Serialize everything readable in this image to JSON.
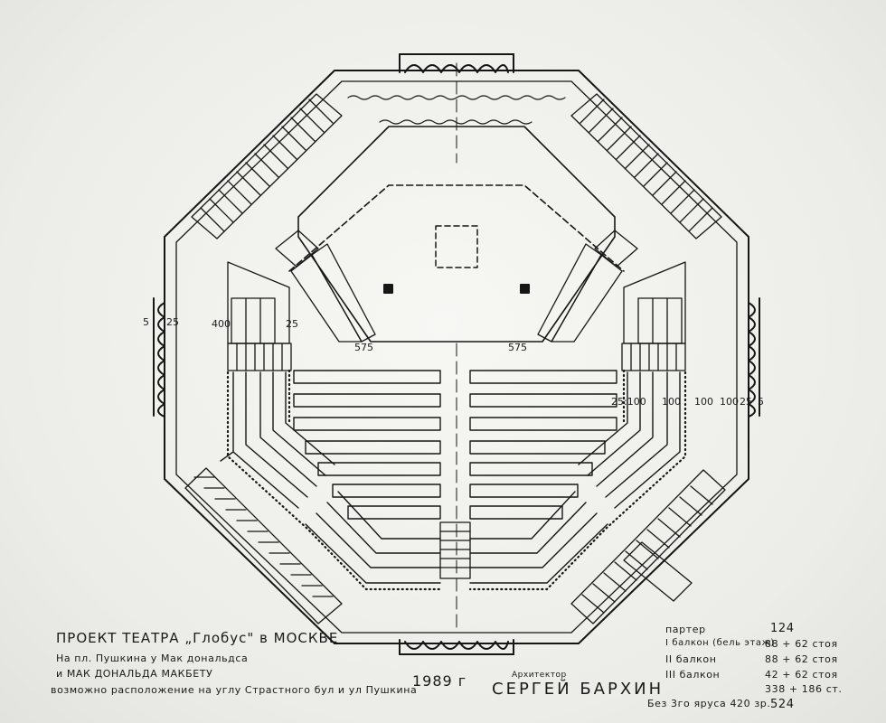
{
  "dimensions": {
    "d575_left": "575",
    "d575_right": "575",
    "d400": "400",
    "d25_left_inner": "25",
    "d5_left": "5",
    "d25_left": "25",
    "d25_100": "25:100",
    "d100_a": "100",
    "d100_b": "100",
    "d100_c": "100",
    "d25_right": "25",
    "d5_right": "5"
  },
  "caption": {
    "line1": "ПРОЕКТ ТЕАТРА „Глобус\" в МОСКВЕ",
    "line2": "На пл. Пушкина у Мак дональдса",
    "line3": "и МАК ДОНАЛЬДА МАКБЕТУ",
    "line4": "возможно расположение на углу Страстного бул и ул Пушкина"
  },
  "year": "1989 г",
  "architect": {
    "role": "Архитектор",
    "name": "СЕРГЕЙ БАРХИН"
  },
  "seating": {
    "rows": [
      {
        "label": "партер",
        "value": "124"
      },
      {
        "label": "I балкон (бель этаж)",
        "value": "88 + 62 стоя"
      },
      {
        "label": "II балкон",
        "value": "88 + 62 стоя"
      },
      {
        "label": "III балкон",
        "value": "42 + 62 стоя"
      },
      {
        "label": "",
        "value": "338 + 186 ст."
      }
    ],
    "note": "Без 3го яруса 420 зр.",
    "note_value": "524"
  },
  "colors": {
    "ink": "#161616",
    "paper": "#f2f2ef"
  }
}
